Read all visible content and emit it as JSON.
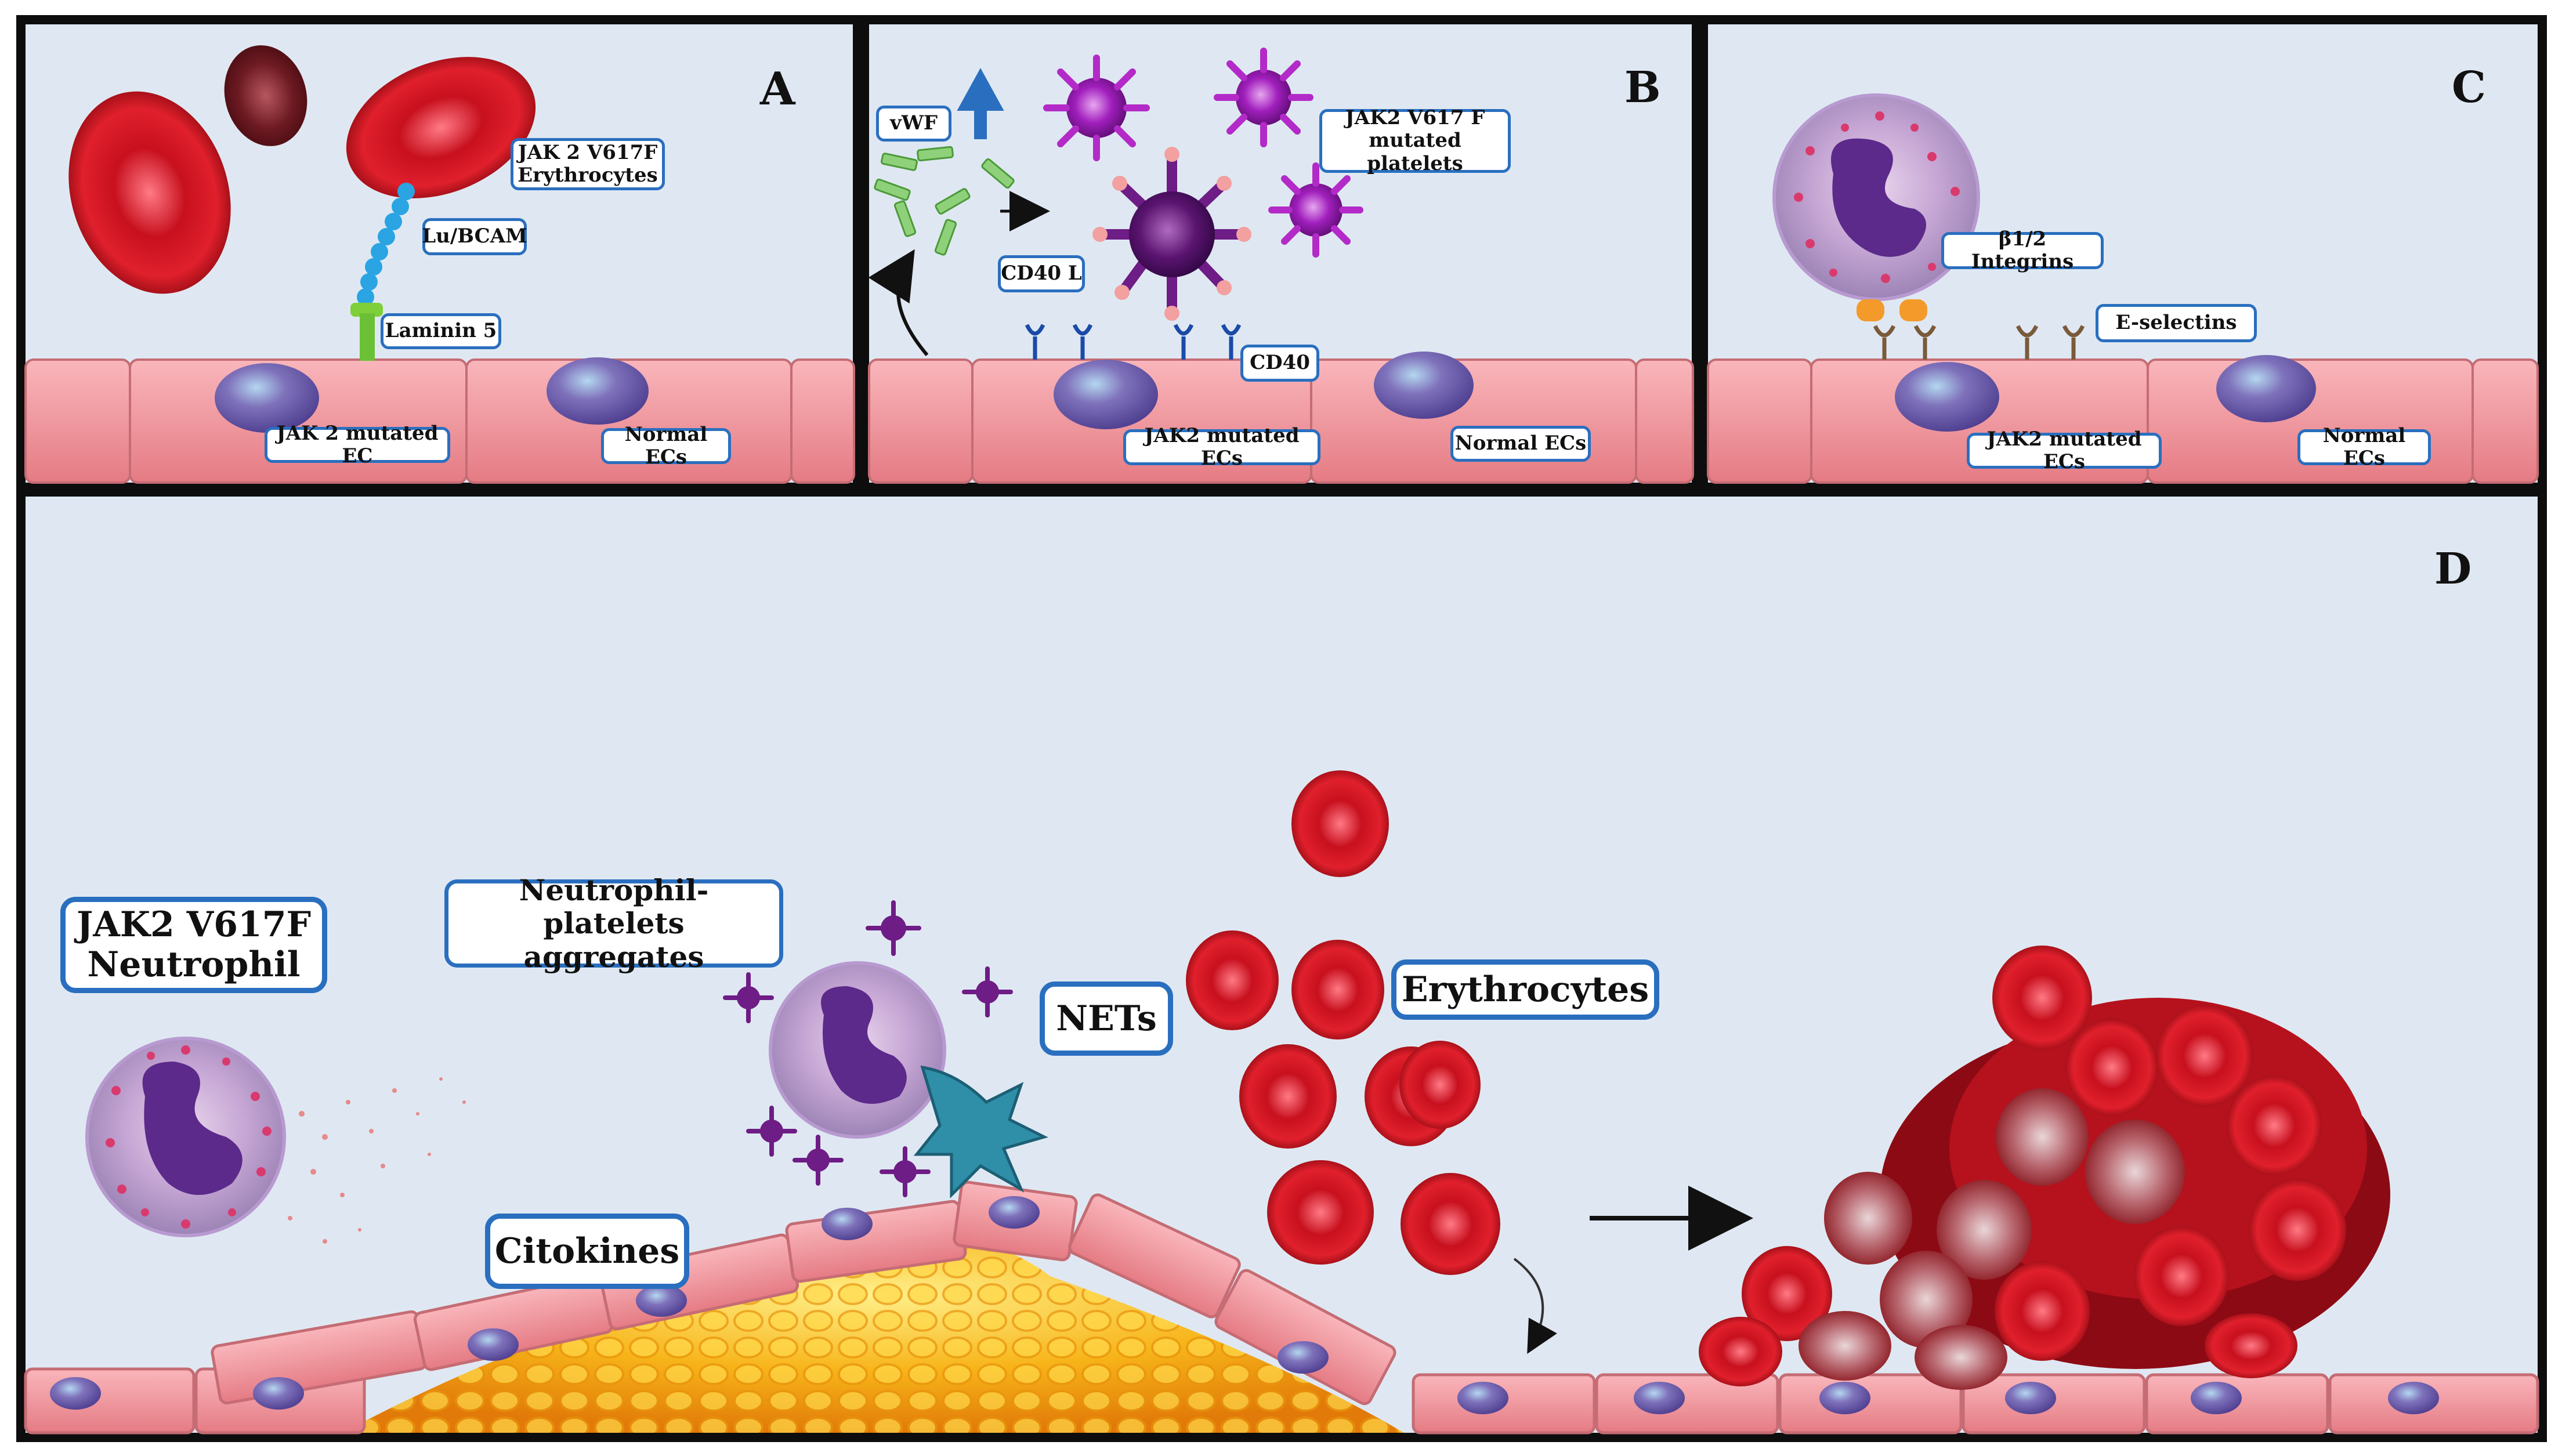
{
  "panels": {
    "a": {
      "letter": "A",
      "labels": {
        "erythrocytes": "JAK 2 V617F\nErythrocytes",
        "lu_bcam": "Lu/BCAM",
        "laminin": "Laminin 5",
        "mutated_ec": "JAK 2 mutated EC",
        "normal_ecs": "Normal ECs"
      }
    },
    "b": {
      "letter": "B",
      "labels": {
        "vwf": "vWF",
        "platelets": "JAK2 V617 F\nmutated platelets",
        "cd40l": "CD40 L",
        "cd40": "CD40",
        "mutated_ecs": "JAK2 mutated ECs",
        "normal_ecs": "Normal ECs"
      }
    },
    "c": {
      "letter": "C",
      "labels": {
        "integrins": "β1/2 Integrins",
        "e_selectins": "E-selectins",
        "mutated_ecs": "JAK2 mutated ECs",
        "normal_ecs": "Normal ECs"
      }
    },
    "d": {
      "letter": "D",
      "labels": {
        "neutrophil": "JAK2 V617F\nNeutrophil",
        "aggregates": "Neutrophil-\nplatelets aggregates",
        "nets": "NETs",
        "erythrocytes": "Erythrocytes",
        "citokines": "Citokines"
      }
    }
  },
  "colors": {
    "frame": "#0d0d0d",
    "background": "#dfe8f2",
    "label_border": "#2a6fbf",
    "endothelium": "#ef8f96",
    "nucleus": "#7a6fb3",
    "erythrocyte": "#d8101f",
    "platelet": "#b32ac8",
    "plaque": "#f6b81c",
    "arrow_up": "#2a6fbf"
  }
}
